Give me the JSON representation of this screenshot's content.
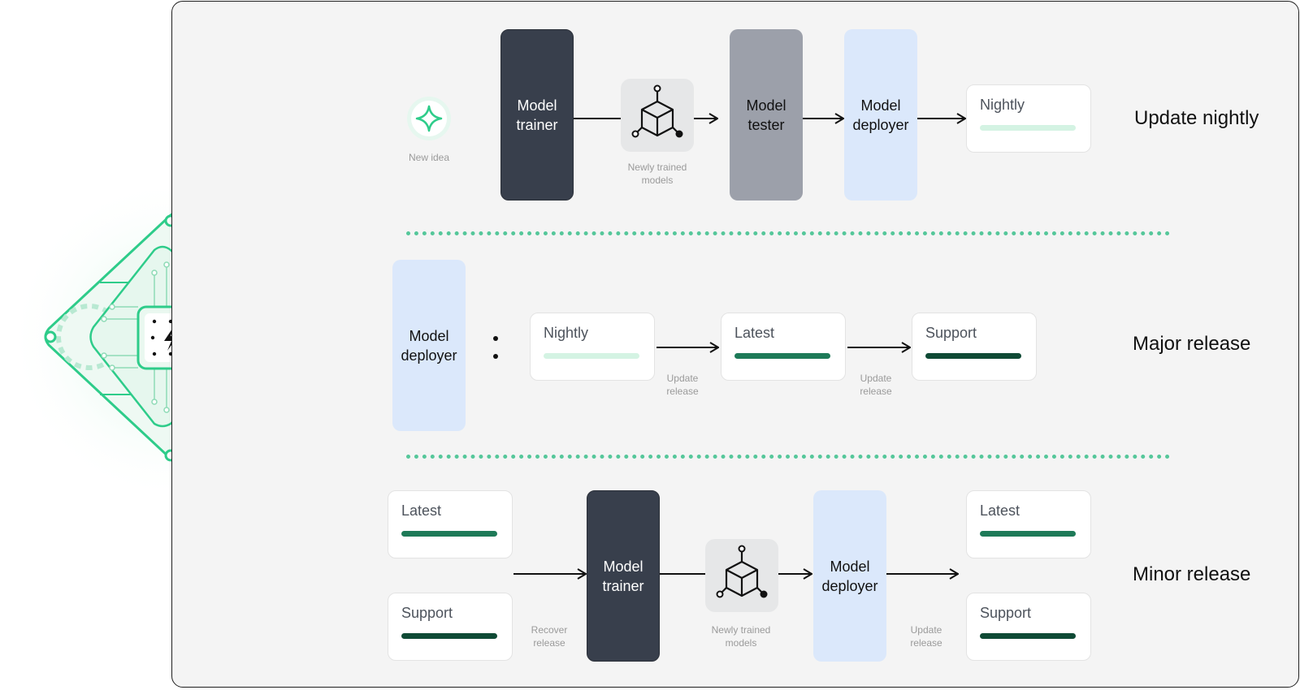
{
  "sections": {
    "nightly": {
      "title": "Update nightly",
      "new_idea": "New idea",
      "trainer": "Model\ntrainer",
      "models_caption": "Newly trained\nmodels",
      "tester": "Model\ntester",
      "deployer": "Model\ndeployer",
      "output_card": {
        "label": "Nightly"
      }
    },
    "major": {
      "title": "Major release",
      "deployer": "Model\ndeployer",
      "cards": [
        {
          "label": "Nightly"
        },
        {
          "label": "Latest"
        },
        {
          "label": "Support"
        }
      ],
      "captions": [
        "Update\nrelease",
        "Update\nrelease"
      ]
    },
    "minor": {
      "title": "Minor release",
      "input_cards": [
        {
          "label": "Latest"
        },
        {
          "label": "Support"
        }
      ],
      "recover_caption": "Recover\nrelease",
      "trainer": "Model\ntrainer",
      "models_caption": "Newly trained\nmodels",
      "deployer": "Model\ndeployer",
      "update_caption": "Update\nrelease",
      "output_cards": [
        {
          "label": "Latest"
        },
        {
          "label": "Support"
        }
      ]
    }
  },
  "colors": {
    "accent_green": "#2ecc8a",
    "nightly_bar": "#d4f3e3",
    "latest_bar": "#1e7a58",
    "support_bar": "#0f4a35",
    "trainer_dark": "#383f4c",
    "tester_grey": "#9ca0aa",
    "deployer_blue": "#dbe8fb"
  },
  "icons": [
    "chip-logo-icon",
    "sparkle-icon",
    "model-cube-icon",
    "arrow-right-icon"
  ]
}
